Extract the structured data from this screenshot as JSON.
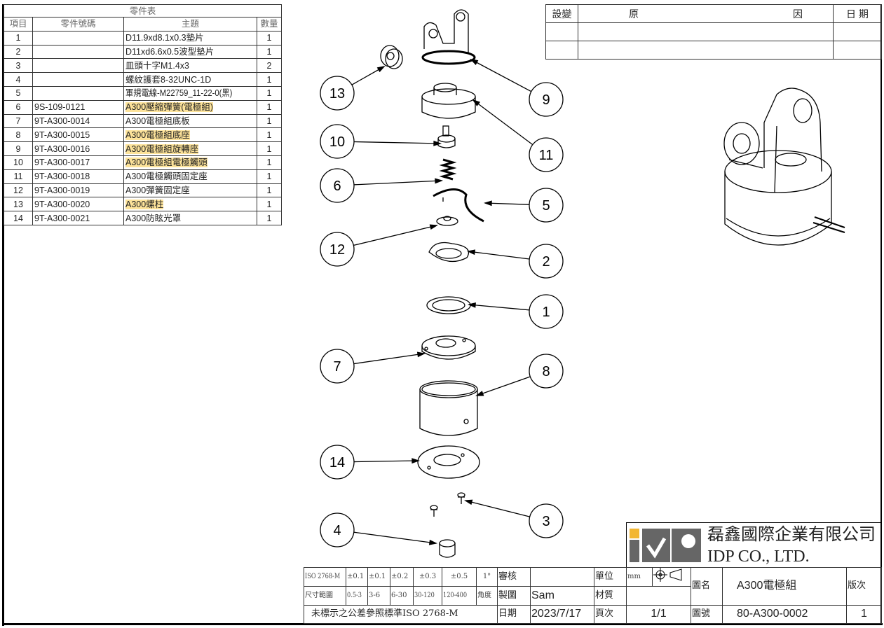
{
  "parts_table": {
    "title": "零件表",
    "headers": [
      "項目",
      "零件號碼",
      "主題",
      "數量"
    ],
    "rows": [
      {
        "item": "1",
        "part_no": "",
        "subject": "D11.9xd8.1x0.3墊片",
        "qty": "1",
        "hl": false
      },
      {
        "item": "2",
        "part_no": "",
        "subject": "D11xd6.6x0.5波型墊片",
        "qty": "1",
        "hl": false
      },
      {
        "item": "3",
        "part_no": "",
        "subject": "皿頭十字M1.4x3",
        "qty": "2",
        "hl": false
      },
      {
        "item": "4",
        "part_no": "",
        "subject": "螺紋護套8-32UNC-1D",
        "qty": "1",
        "hl": false
      },
      {
        "item": "5",
        "part_no": "",
        "subject": "軍規電線-M22759_11-22-0(黑)",
        "qty": "1",
        "hl": false
      },
      {
        "item": "6",
        "part_no": "9S-109-0121",
        "subject": "A300壓縮彈簧(電極組)",
        "qty": "1",
        "hl": true
      },
      {
        "item": "7",
        "part_no": "9T-A300-0014",
        "subject": "A300電極組底板",
        "qty": "1",
        "hl": false
      },
      {
        "item": "8",
        "part_no": "9T-A300-0015",
        "subject": "A300電極組底座",
        "qty": "1",
        "hl": true
      },
      {
        "item": "9",
        "part_no": "9T-A300-0016",
        "subject": "A300電極組旋轉座",
        "qty": "1",
        "hl": true
      },
      {
        "item": "10",
        "part_no": "9T-A300-0017",
        "subject": "A300電極組電極觸頭",
        "qty": "1",
        "hl": true
      },
      {
        "item": "11",
        "part_no": "9T-A300-0018",
        "subject": "A300電極觸頭固定座",
        "qty": "1",
        "hl": false
      },
      {
        "item": "12",
        "part_no": "9T-A300-0019",
        "subject": "A300彈簧固定座",
        "qty": "1",
        "hl": false
      },
      {
        "item": "13",
        "part_no": "9T-A300-0020",
        "subject": "A300螺柱",
        "qty": "1",
        "hl": true
      },
      {
        "item": "14",
        "part_no": "9T-A300-0021",
        "subject": "A300防眩光罩",
        "qty": "1",
        "hl": false
      }
    ]
  },
  "revision": {
    "col1": "設變",
    "col2a": "原",
    "col2b": "因",
    "col3": "日 期"
  },
  "balloons": [
    "13",
    "9",
    "11",
    "10",
    "6",
    "5",
    "12",
    "2",
    "1",
    "7",
    "8",
    "14",
    "3",
    "4"
  ],
  "company": {
    "name_cn": "磊鑫國際企業有限公司",
    "name_en": "IDP CO., LTD.",
    "accent": "#f2b632"
  },
  "title_block": {
    "tol_std": "ISO 2768-M",
    "tols": [
      "±0.1",
      "±0.1",
      "±0.2",
      "±0.3",
      "±0.5",
      "1°"
    ],
    "range_label": "尺寸範圍",
    "ranges": [
      "0.5-3",
      "3-6",
      "6-30",
      "30-120",
      "120-400",
      "角度"
    ],
    "note": "未標示之公差參照標準ISO 2768-M",
    "review_label": "審核",
    "review_value": "",
    "drawn_label": "製圖",
    "drawn_value": "Sam",
    "date_label": "日期",
    "date_value": "2023/7/17",
    "unit_label": "單位",
    "unit_value": "mm",
    "material_label": "材質",
    "page_label": "頁次",
    "page_value": "1/1",
    "name_label": "圖名",
    "name_value": "A300電極組",
    "version_label": "版次",
    "version_value": "1",
    "number_label": "圖號",
    "number_value": "80-A300-0002"
  }
}
